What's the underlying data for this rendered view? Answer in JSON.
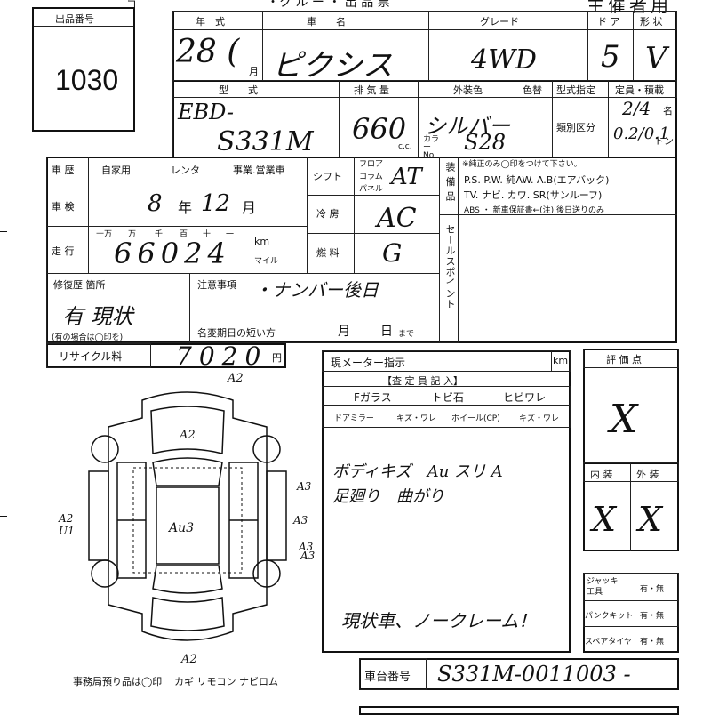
{
  "header": {
    "lot_box_label": "出品番号",
    "lot_number": "1030",
    "top_fragment": "・ク ル ー ・ 出 品 票",
    "top_right": "主催者用",
    "mark_e": "ヨ"
  },
  "row1": {
    "year_label": "年　式",
    "car_name_label": "車　　名",
    "grade_label": "グレード",
    "door_label": "ド ア",
    "shape_label": "形 状",
    "year_value": "28 (",
    "month_unit": "月",
    "car_name_value": "ピクシス",
    "grade_value": "4WD",
    "door_value": "5",
    "shape_value": "V"
  },
  "row2": {
    "model_label": "型　　式",
    "displacement_label": "排 気 量",
    "color_label": "外装色",
    "color_change_label": "色替",
    "model_designation_label": "型式指定",
    "capacity_label": "定員・積載",
    "category_label": "類別区分",
    "model_value_1": "EBD-",
    "model_value_2": "S331M",
    "displacement_value": "660",
    "cc_unit": "c.c.",
    "color_value": "シルバー",
    "color_no_label": "カラー No.",
    "color_no_value": "S28",
    "persons_unit": "名",
    "tons_unit": "トン",
    "capacity_value": "2/4",
    "load_value": "0.2/0.1"
  },
  "history": {
    "label": "車 歴",
    "options": [
      "自家用",
      "レンタ",
      "事業.営業車"
    ],
    "inspection_label": "車 検",
    "inspection_year": "8",
    "inspection_year_unit": "年",
    "inspection_month": "12",
    "inspection_month_unit": "月",
    "mileage_label": "走 行",
    "digit_labels": [
      "十万",
      "万",
      "千",
      "百",
      "十",
      "一"
    ],
    "km_label": "km",
    "mile_label": "マイル",
    "mileage_value": "66024"
  },
  "specs": {
    "shift_label": "シフト",
    "shift_options": [
      "フロア",
      "コラム",
      "パネル"
    ],
    "shift_value": "AT",
    "ac_label": "冷 房",
    "ac_value": "AC",
    "fuel_label": "燃 料",
    "fuel_value": "G"
  },
  "equipment": {
    "label": "装 備 品",
    "note": "※純正のみ◯印をつけて下さい。",
    "line1": "P.S. P.W. 純AW. A.B(エアバック)",
    "line2": "TV. ナビ. カワ. SR(サンルーフ)",
    "line3": "ABS ・ 新車保証書←(注) 後日送りのみ"
  },
  "sales_point_label": "セールスポイント",
  "repair": {
    "label": "修復歴 箇所",
    "value": "有 現状",
    "note": "(有の場合は◯印を)"
  },
  "caution": {
    "label": "注意事項",
    "value": "・ナンバー後日",
    "short_label": "名変期日の短い方",
    "month_label": "月",
    "day_label": "日",
    "until_label": "まで"
  },
  "recycle": {
    "label": "リサイクル料",
    "value": "7020",
    "unit": "円"
  },
  "meter": {
    "label": "現メーター指示",
    "unit": "km"
  },
  "inspector": {
    "header": "【査 定 員 記 入】",
    "cols": [
      "Fガラス",
      "トビ石",
      "ヒビワレ"
    ],
    "cols2": [
      "ドアミラー",
      "キズ・ワレ",
      "ホイール(CP)",
      "キズ・ワレ"
    ],
    "note_line1": "ボディキズ　Au スリ A",
    "note_line2": "足廻り　曲がり",
    "note_line3": "現状車、ノークレーム！"
  },
  "eval": {
    "label": "評 価 点",
    "interior_label": "内 装",
    "exterior_label": "外 装",
    "score_mark": "X",
    "int_mark": "X",
    "ext_mark": "X",
    "jack_label": "ジャッキ 工具",
    "puncture_label": "パンクキット",
    "spare_label": "スペアタイヤ",
    "yesno": "有・無"
  },
  "diagram_marks": {
    "front": "A2",
    "hood": "A2",
    "roof": "Au3",
    "left_side": "A2 U1",
    "right_front": "A3",
    "right_mid": "A3",
    "right_rear": "A3",
    "right_back": "A3",
    "rear": "A2"
  },
  "footer": {
    "items_label": "事務局預り品は◯印",
    "items": "カギ リモコン ナビロム",
    "chassis_label": "車台番号",
    "chassis_value": "S331M-0011003 -"
  }
}
